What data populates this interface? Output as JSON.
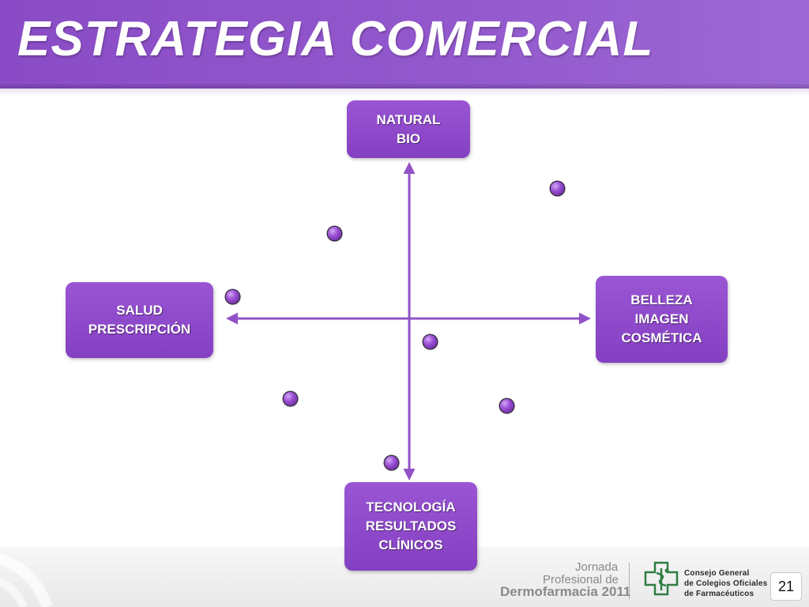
{
  "header": {
    "title": "ESTRATEGIA COMERCIAL"
  },
  "quadrant": {
    "top": [
      "NATURAL",
      "BIO"
    ],
    "left": [
      "SALUD",
      "PRESCRIPCIÓN"
    ],
    "right": [
      "BELLEZA",
      "IMAGEN",
      "COSMÉTICA"
    ],
    "bottom": [
      "TECNOLOGÍA",
      "RESULTADOS",
      "CLÍNICOS"
    ]
  },
  "colors": {
    "accent": "#8a4cc6",
    "box": "#8f4acb",
    "axis": "#9152c7"
  },
  "footer": {
    "event_line1": "Jornada",
    "event_line2": "Profesional de",
    "event_line3": "Dermofarmacia 2011",
    "org_line1": "Consejo General",
    "org_line2": "de Colegios Oficiales",
    "org_line3": "de Farmacéuticos",
    "page_number": "21",
    "logo_icon": "pharmacy-cross-logo-icon"
  }
}
